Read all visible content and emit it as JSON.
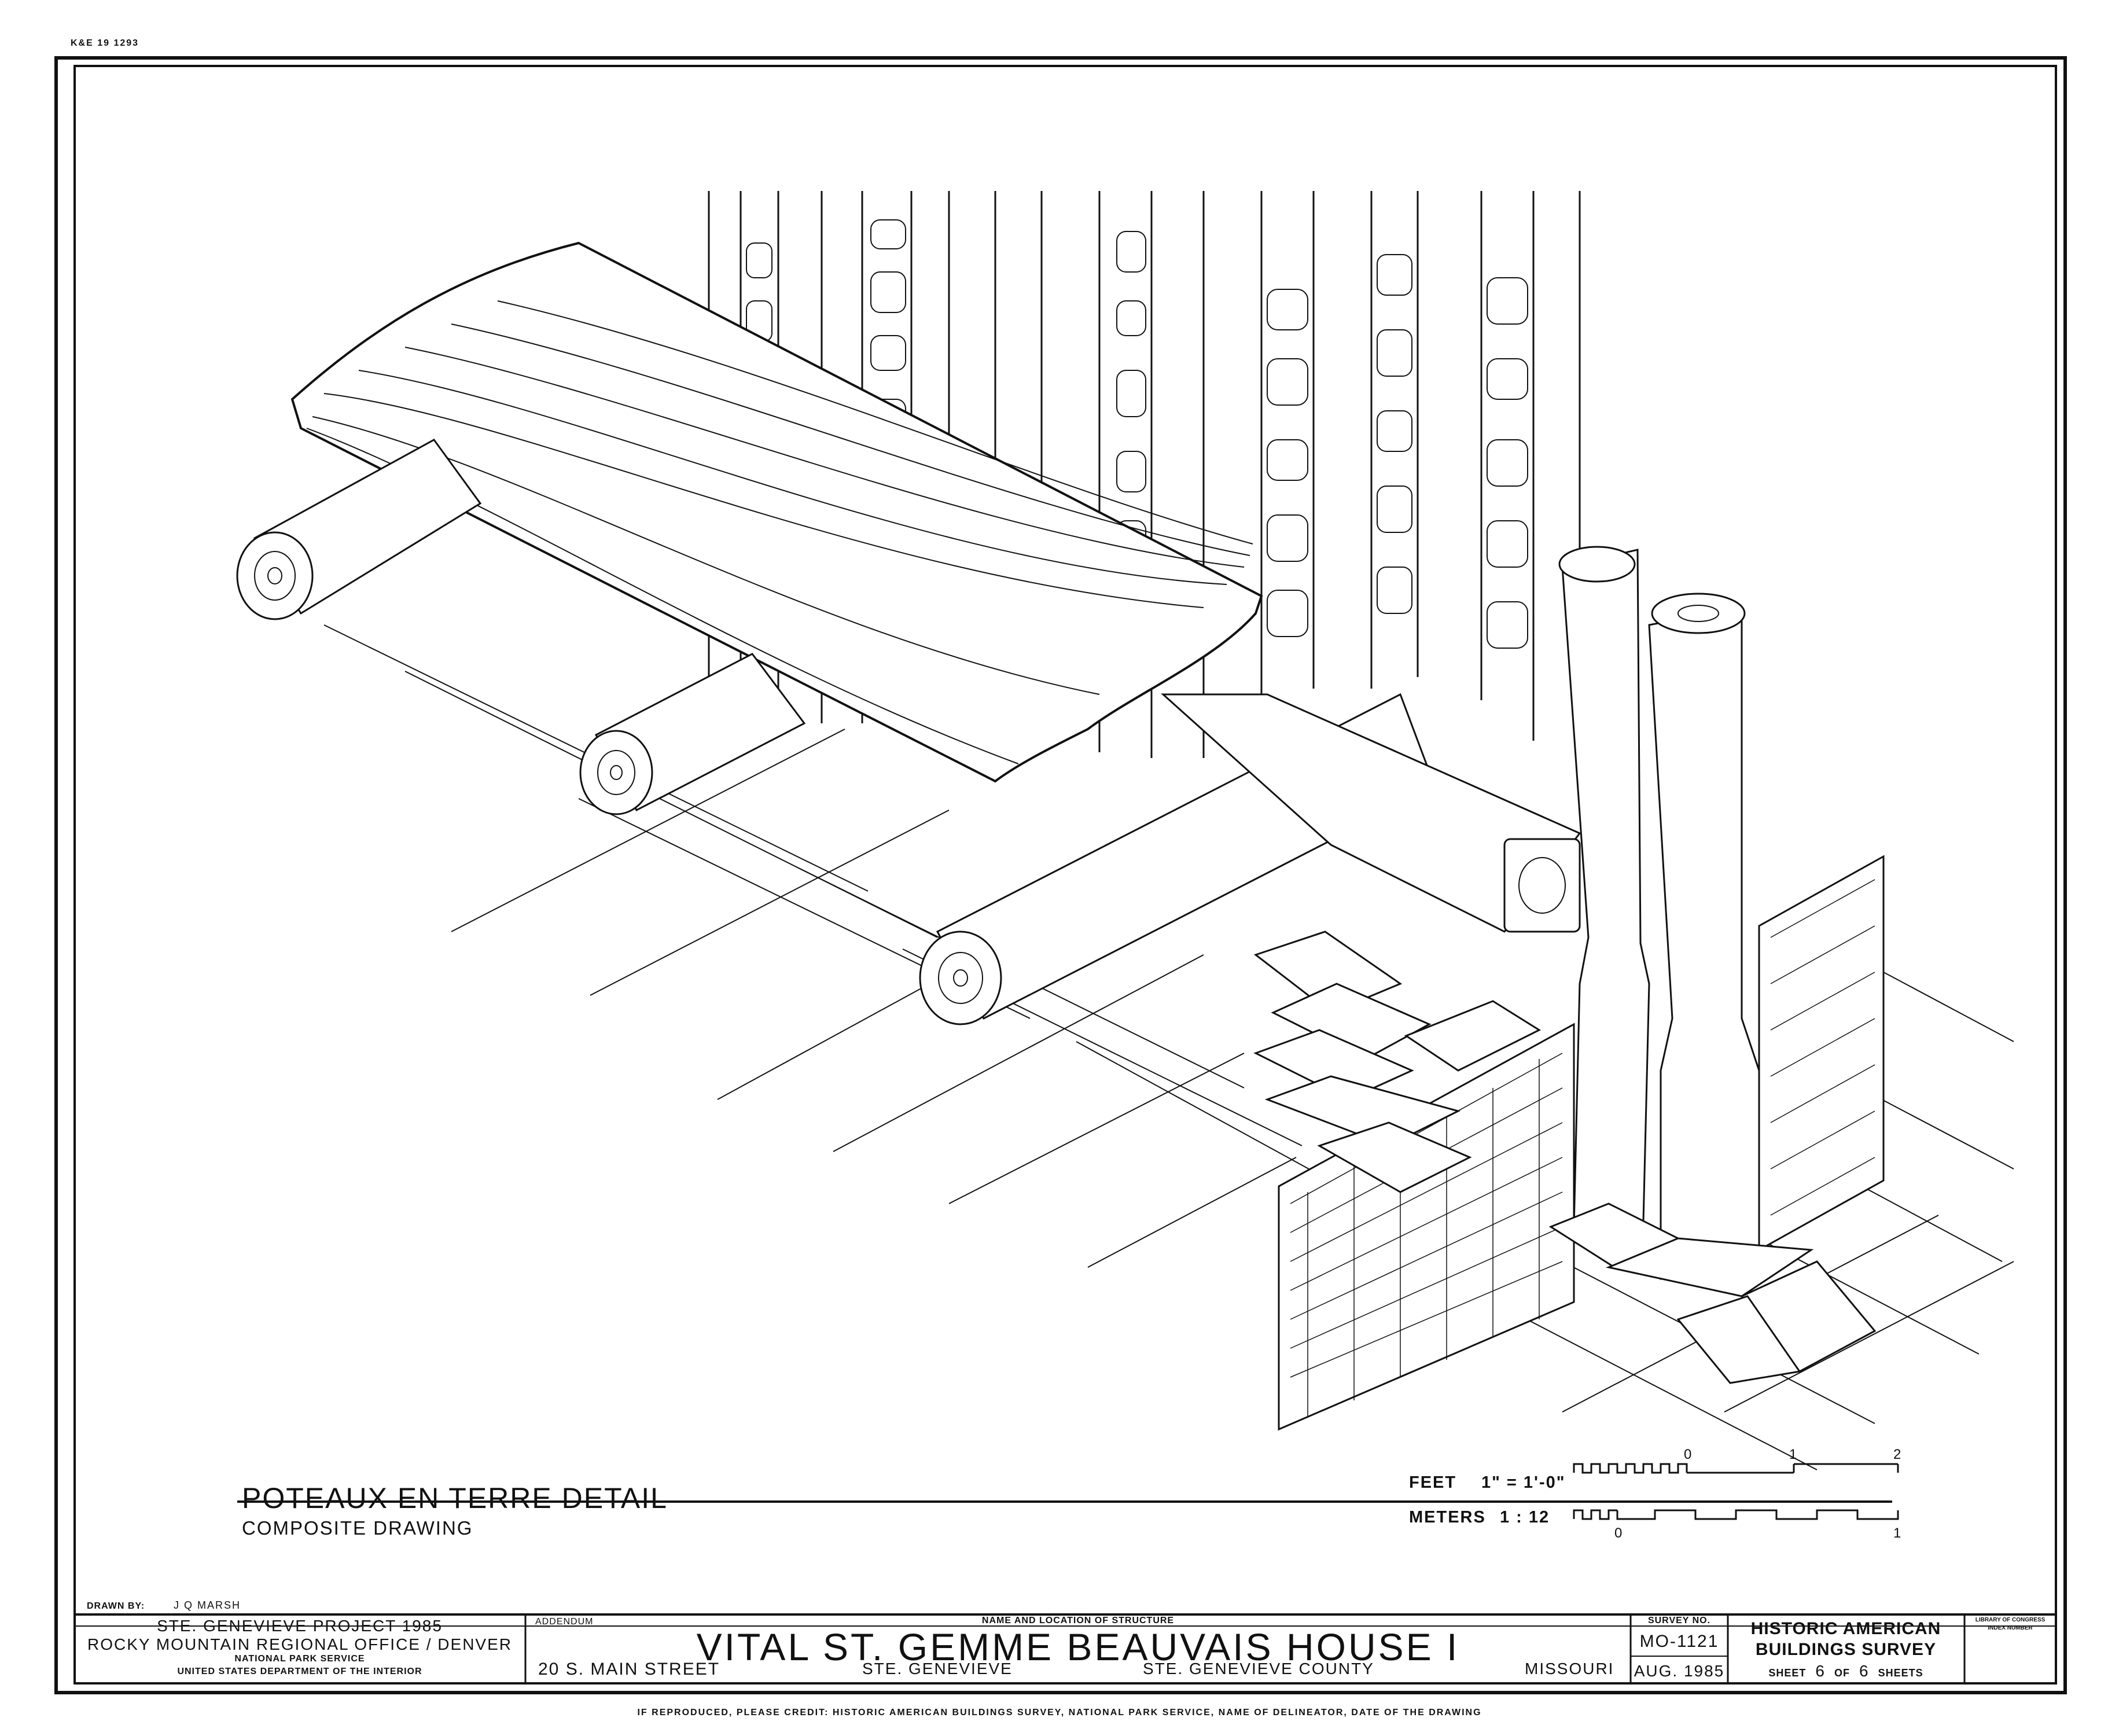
{
  "sheet_code": "K&E 19 1293",
  "drawing": {
    "title": "POTEAUX EN TERRE DETAIL",
    "subtitle": "COMPOSITE DRAWING"
  },
  "scale": {
    "feet_label": "FEET",
    "feet_ratio": "1\" = 1'-0\"",
    "feet_ticks": [
      "0",
      "1",
      "2"
    ],
    "meters_label": "METERS",
    "meters_ratio": "1 : 12",
    "meters_ticks": [
      "0",
      "1"
    ]
  },
  "title_block": {
    "drawn_by_label": "DRAWN BY:",
    "drawn_by": "J Q MARSH",
    "project": "STE. GENEVIEVE PROJECT 1985",
    "office": "ROCKY MOUNTAIN REGIONAL OFFICE / DENVER",
    "service": "NATIONAL PARK SERVICE",
    "department": "UNITED STATES DEPARTMENT OF THE INTERIOR",
    "addendum_label": "ADDENDUM",
    "structure_label": "NAME AND LOCATION OF STRUCTURE",
    "structure_name": "VITAL ST. GEMME BEAUVAIS HOUSE I",
    "address": "20 S. MAIN STREET",
    "city": "STE. GENEVIEVE",
    "county": "STE. GENEVIEVE COUNTY",
    "state": "MISSOURI",
    "survey_label": "SURVEY NO.",
    "survey_no": "MO-1121",
    "date": "AUG. 1985",
    "agency_line1": "HISTORIC AMERICAN",
    "agency_line2": "BUILDINGS SURVEY",
    "sheet_label": "SHEET",
    "sheet_no": "6",
    "of_label": "OF",
    "sheet_total": "6",
    "sheets_label": "SHEETS",
    "loc_label_1": "LIBRARY OF CONGRESS",
    "loc_label_2": "INDEX NUMBER"
  },
  "credit": "IF REPRODUCED, PLEASE CREDIT: HISTORIC AMERICAN BUILDINGS SURVEY, NATIONAL PARK SERVICE, NAME OF DELINEATOR, DATE OF THE DRAWING"
}
